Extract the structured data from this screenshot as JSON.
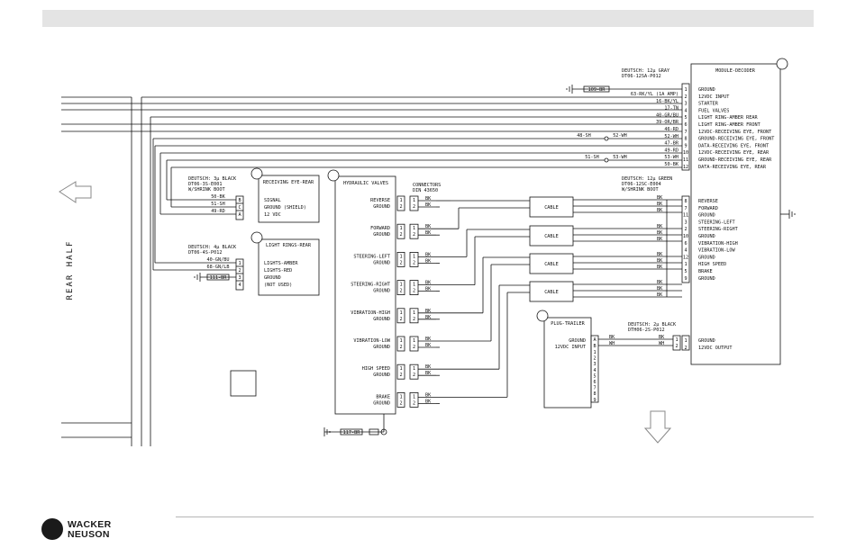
{
  "side_label": "REAR HALF",
  "module_decoder": {
    "title": "MODULE-DECODER",
    "connector_top": [
      "DEUTSCH: 12μ GRAY",
      "DT06-12SA-P012"
    ],
    "top_pins": [
      "1",
      "2",
      "3",
      "4",
      "5",
      "6",
      "7",
      "8",
      "9",
      "10",
      "11",
      "12"
    ],
    "top_labels": [
      "GROUND",
      "12VDC INPUT",
      "STARTER",
      "FUEL VALVES",
      "LIGHT RING-AMBER REAR",
      "LIGHT RING-AMBER FRONT",
      "12VDC-RECEIVING EYE, FRONT",
      "GROUND-RECEIVING EYE, FRONT",
      "DATA-RECEIVING EYE, FRONT",
      "12VDC-RECEIVING EYE, REAR",
      "GROUND-RECEIVING EYE, REAR",
      "DATA-RECEIVING EYE, REAR"
    ],
    "top_wires": [
      "63-RK/YL (1A AMP)",
      "16-BK/YL",
      "17-TN",
      "40-GR/BU",
      "39-OR/BR",
      "46-RD",
      "52-WH",
      "47-BR",
      "49-RD",
      "53-WH",
      "50-BK"
    ],
    "connector_mid": [
      "DEUTSCH: 12μ GREEN",
      "DT06-12SC-E004",
      "W/SHRINK BOOT"
    ],
    "mid_pins": [
      "8",
      "7",
      "11",
      "3",
      "2",
      "10",
      "6",
      "4",
      "12",
      "1",
      "5",
      "9"
    ],
    "mid_labels": [
      "REVERSE",
      "FORWARD",
      "GROUND",
      "STEERING-LEFT",
      "STEERING-RIGHT",
      "GROUND",
      "VIBRATION-HIGH",
      "VIBRATION-LOW",
      "GROUND",
      "HIGH SPEED",
      "BRAKE",
      "GROUND"
    ],
    "connector_bot": [
      "DEUTSCH: 2μ BLACK",
      "DTH06-2S-P012"
    ],
    "bot_pins": [
      "1",
      "2"
    ],
    "bot_labels": [
      "GROUND",
      "12VDC OUTPUT"
    ]
  },
  "top_fuse": "109-BR",
  "splices": {
    "left_a": "48-SH",
    "right_a": "52-WH",
    "left_b": "51-SH",
    "right_b": "53-WH"
  },
  "receiving_eye": {
    "title": "RECEIVING EYE-REAR",
    "connector": [
      "DEUTSCH: 3μ BLACK",
      "DT06-3S-E001",
      "W/SHRINK BOOT"
    ],
    "wires": [
      "50-BK",
      "51-SH",
      "49-RD"
    ],
    "pins": [
      "B",
      "C",
      "A"
    ],
    "labels": [
      "SIGNAL",
      "GROUND (SHIELD)",
      "12 VDC"
    ]
  },
  "light_rings": {
    "title": "LIGHT RINGS-REAR",
    "connector": [
      "DEUTSCH: 4μ BLACK",
      "DT06-4S-P012"
    ],
    "wires": [
      "40-GN/BU",
      "68-GN/LB"
    ],
    "fuse": "111-BR",
    "pins": [
      "1",
      "2",
      "3",
      "4"
    ],
    "labels": [
      "LIGHTS-AMBER",
      "LIGHTS-RED",
      "GROUND",
      "(NOT USED)"
    ]
  },
  "hydraulic_valves": {
    "title": "HYDRAULIC VALVES",
    "valves": [
      {
        "name": "REVERSE",
        "ground": "GROUND"
      },
      {
        "name": "FORWARD",
        "ground": "GROUND"
      },
      {
        "name": "STEERING-LEFT",
        "ground": "GROUND"
      },
      {
        "name": "STEERING-RIGHT",
        "ground": "GROUND"
      },
      {
        "name": "VIBRATION-HIGH",
        "ground": "GROUND"
      },
      {
        "name": "VIBRATION-LOW",
        "ground": "GROUND"
      },
      {
        "name": "HIGH SPEED",
        "ground": "GROUND"
      },
      {
        "name": "BRAKE",
        "ground": "GROUND"
      }
    ],
    "fuse": "117-BR"
  },
  "connectors_note": [
    "CONNECTORS",
    "DIN 43650"
  ],
  "wire_bk": "BK",
  "wire_wh": "WH",
  "cable_label": "CABLE",
  "plug_trailer": {
    "title": "PLUG-TRAILER",
    "pin_letters": [
      "A",
      "B"
    ],
    "pin_nums": [
      "1",
      "2",
      "3",
      "4",
      "5",
      "6",
      "7",
      "8",
      "9"
    ],
    "labels": [
      "GROUND",
      "12VDC INPUT"
    ]
  },
  "brand": [
    "WACKER",
    "NEUSON"
  ]
}
